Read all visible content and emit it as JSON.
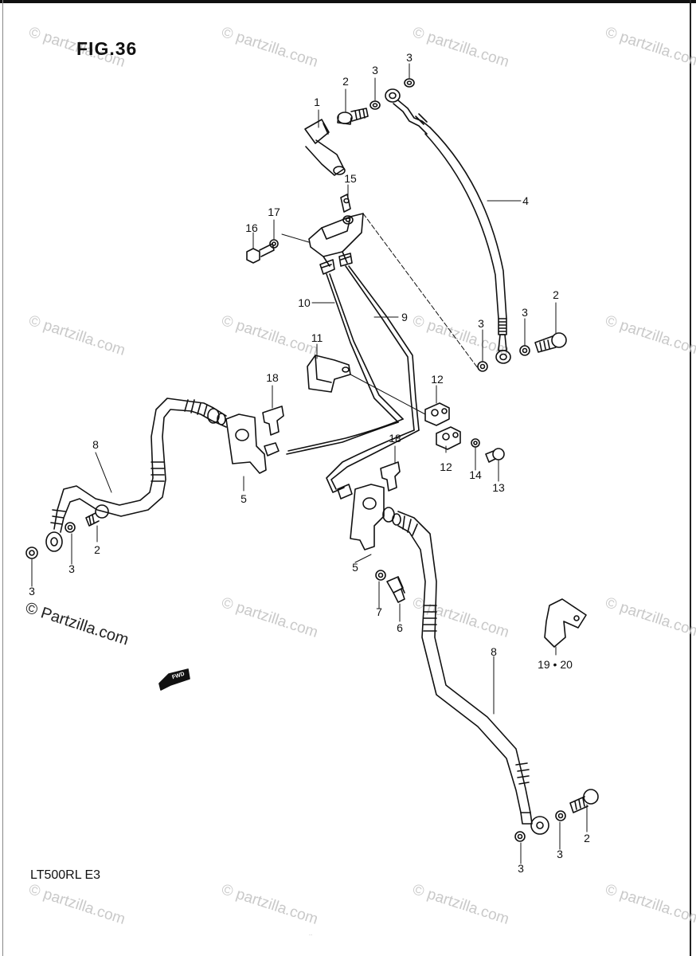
{
  "figure": {
    "title": "FIG.36",
    "model_code": "LT500RL  E3",
    "fwd_arrow_text": "FWD",
    "footer_note": "..."
  },
  "watermark": {
    "text": "© partzilla.com",
    "prominent_text": "© Partzilla.com"
  },
  "callouts": [
    {
      "id": "c1",
      "text": "1"
    },
    {
      "id": "c2a",
      "text": "2"
    },
    {
      "id": "c3a",
      "text": "3"
    },
    {
      "id": "c3b",
      "text": "3"
    },
    {
      "id": "c4",
      "text": "4"
    },
    {
      "id": "c15",
      "text": "15"
    },
    {
      "id": "c16",
      "text": "16"
    },
    {
      "id": "c17",
      "text": "17"
    },
    {
      "id": "c10",
      "text": "10"
    },
    {
      "id": "c9",
      "text": "9"
    },
    {
      "id": "c2b",
      "text": "2"
    },
    {
      "id": "c3c",
      "text": "3"
    },
    {
      "id": "c3d",
      "text": "3"
    },
    {
      "id": "c11",
      "text": "11"
    },
    {
      "id": "c18a",
      "text": "18"
    },
    {
      "id": "c12a",
      "text": "12"
    },
    {
      "id": "c12b",
      "text": "12"
    },
    {
      "id": "c14",
      "text": "14"
    },
    {
      "id": "c13",
      "text": "13"
    },
    {
      "id": "c18b",
      "text": "18"
    },
    {
      "id": "c8a",
      "text": "8"
    },
    {
      "id": "c5a",
      "text": "5"
    },
    {
      "id": "c5b",
      "text": "5"
    },
    {
      "id": "c2c",
      "text": "2"
    },
    {
      "id": "c3e",
      "text": "3"
    },
    {
      "id": "c3f",
      "text": "3"
    },
    {
      "id": "c7",
      "text": "7"
    },
    {
      "id": "c6",
      "text": "6"
    },
    {
      "id": "c1920",
      "text": "19 • 20"
    },
    {
      "id": "c8b",
      "text": "8"
    },
    {
      "id": "c2d",
      "text": "2"
    },
    {
      "id": "c3g",
      "text": "3"
    },
    {
      "id": "c3h",
      "text": "3"
    }
  ]
}
